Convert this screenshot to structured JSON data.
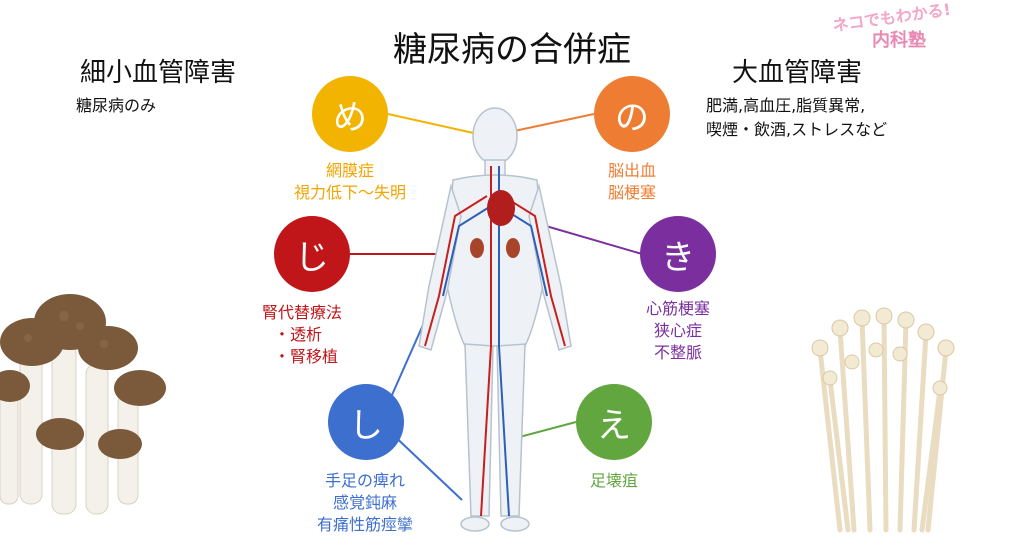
{
  "title": "糖尿病の合併症",
  "small_vessel": {
    "title": "細小血管障害",
    "note": "糖尿病のみ"
  },
  "large_vessel": {
    "title": "大血管障害",
    "note_line1": "肥満,高血圧,脂質異常,",
    "note_line2": "喫煙・飲酒,ストレスなど"
  },
  "logo": {
    "line1": "ネコでもわかる!",
    "line2": "内科塾"
  },
  "colors": {
    "me": "#f2b400",
    "ji": "#c0161a",
    "shi": "#3d6fcf",
    "no": "#ee7d33",
    "ki": "#7b2f9e",
    "e": "#62a640"
  },
  "nodes": {
    "me": {
      "char": "め",
      "lines": [
        "網膜症",
        "視力低下〜失明"
      ]
    },
    "ji": {
      "char": "じ",
      "lines": [
        "腎代替療法",
        "・透析",
        "・腎移植"
      ]
    },
    "shi": {
      "char": "し",
      "lines": [
        "手足の痺れ",
        "感覚鈍麻",
        "有痛性筋痙攣"
      ]
    },
    "no": {
      "char": "の",
      "lines": [
        "脳出血",
        "脳梗塞"
      ]
    },
    "ki": {
      "char": "き",
      "lines": [
        "心筋梗塞",
        "狭心症",
        "不整脈"
      ]
    },
    "e": {
      "char": "え",
      "lines": [
        "足壊疽"
      ]
    }
  }
}
